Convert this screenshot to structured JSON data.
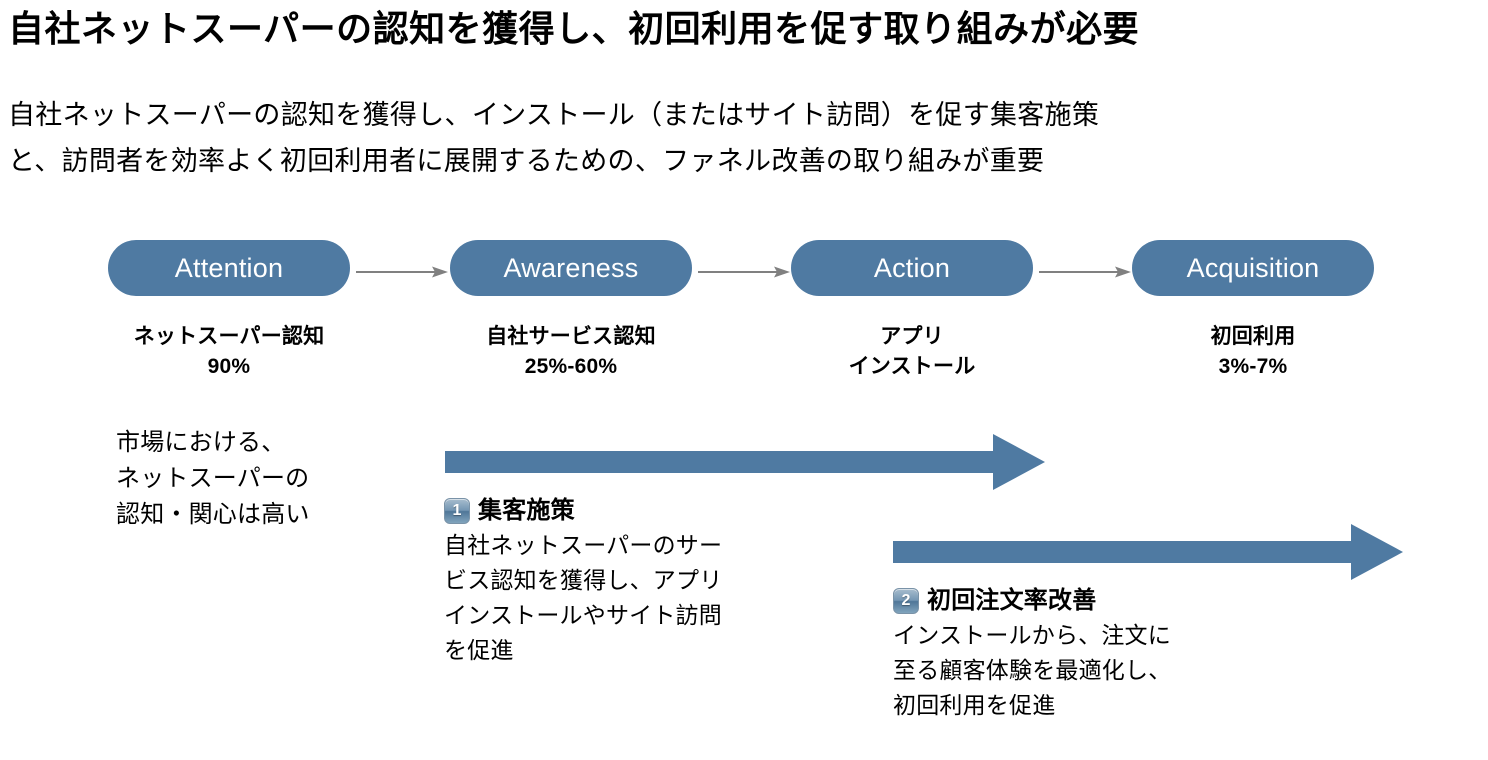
{
  "header": {
    "title": "自社ネットスーパーの認知を獲得し、初回利用を促す取り組みが必要",
    "subtitle_lines": [
      "自社ネットスーパーの認知を獲得し、インストール（またはサイト訪問）を促す集客施策",
      "と、訪問者を効率よく初回利用者に展開するための、ファネル改善の取り組みが重要"
    ]
  },
  "colors": {
    "stage_fill": "#4f7aa2",
    "arrow_fill": "#4f7aa2",
    "connector_line": "#808080",
    "stage_label_text": "#ffffff",
    "body_text": "#000000"
  },
  "funnel": {
    "stages": [
      {
        "label": "Attention",
        "caption_lines": [
          "ネットスーパー認知"
        ],
        "value": "90%"
      },
      {
        "label": "Awareness",
        "caption_lines": [
          "自社サービス認知"
        ],
        "value": "25%-60%"
      },
      {
        "label": "Action",
        "caption_lines": [
          "アプリ",
          "インストール"
        ],
        "value": ""
      },
      {
        "label": "Acquisition",
        "caption_lines": [
          "初回利用"
        ],
        "value": "3%-7%"
      }
    ]
  },
  "left_note": {
    "lines": [
      "市場における、",
      "ネットスーパーの",
      "認知・関心は高い"
    ]
  },
  "callouts": [
    {
      "number": "1",
      "title": "集客施策",
      "body_lines": [
        "自社ネットスーパーのサー",
        "ビス認知を獲得し、アプリ",
        "インストールやサイト訪問",
        "を促進"
      ]
    },
    {
      "number": "2",
      "title": "初回注文率改善",
      "body_lines": [
        "インストールから、注文に",
        "至る顧客体験を最適化し、",
        "初回利用を促進"
      ]
    }
  ],
  "icons": {
    "connector": "arrow-right-icon",
    "block_arrow": "block-arrow-right-icon",
    "badge": "number-badge-icon"
  }
}
